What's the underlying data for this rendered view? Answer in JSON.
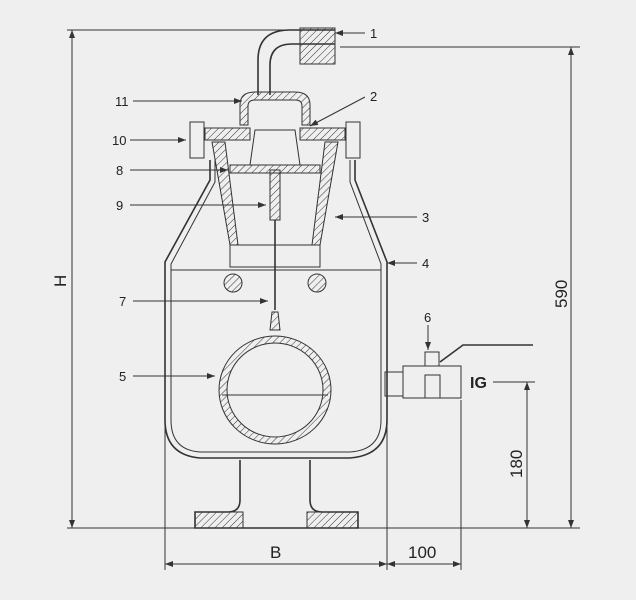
{
  "callouts": [
    "1",
    "2",
    "3",
    "4",
    "5",
    "6",
    "7",
    "8",
    "9",
    "10",
    "11"
  ],
  "dimensions": {
    "height": "H",
    "overall_height": "590",
    "outlet_height": "180",
    "width": "B",
    "outlet_offset": "100"
  },
  "outlet_label": "IG"
}
